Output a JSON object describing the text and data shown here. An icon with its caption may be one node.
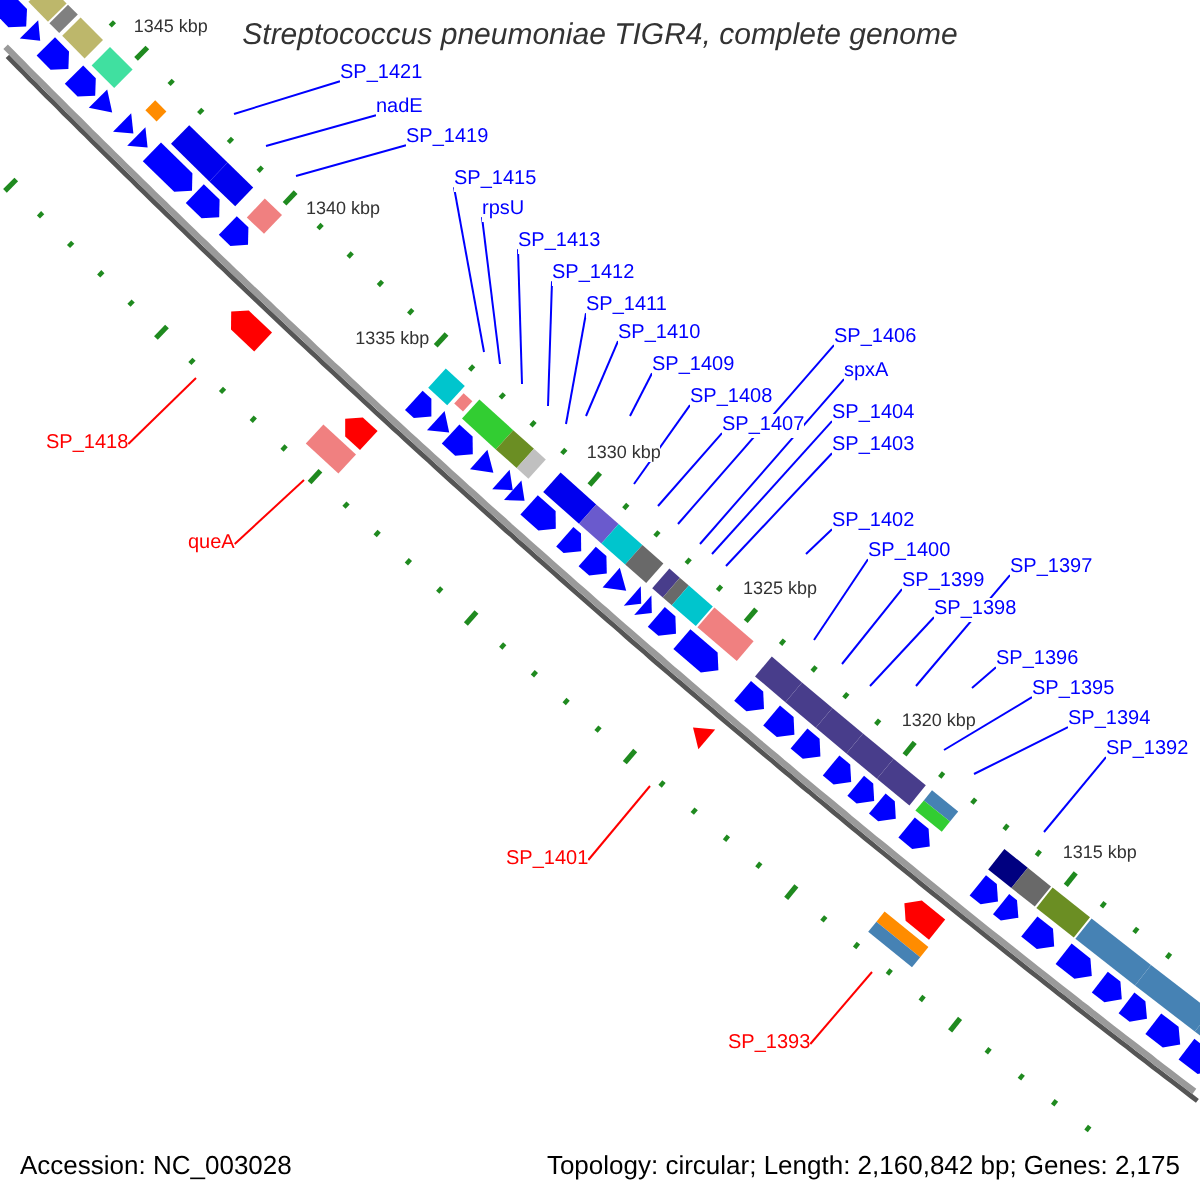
{
  "diagram": {
    "title": "Streptococcus pneumoniae TIGR4, complete genome",
    "nodes": [
      {
        "text": [
          "SP_1421"
        ]
      },
      {
        "text": [
          "nadE"
        ]
      },
      {
        "text": [
          "SP_1419"
        ]
      },
      {
        "text": [
          "SP_1415"
        ]
      },
      {
        "text": [
          "rpsU"
        ]
      },
      {
        "text": [
          "SP_1413"
        ]
      },
      {
        "text": [
          "SP_1412"
        ]
      },
      {
        "text": [
          "SP_1411"
        ]
      },
      {
        "text": [
          "SP_1410"
        ]
      },
      {
        "text": [
          "SP_1406"
        ]
      },
      {
        "text": [
          "SP_1409"
        ]
      },
      {
        "text": [
          "spxA"
        ]
      },
      {
        "text": [
          "SP_1408"
        ]
      },
      {
        "text": [
          "SP_1404"
        ]
      },
      {
        "text": [
          "SP_1407"
        ]
      },
      {
        "text": [
          "SP_1418"
        ]
      },
      {
        "text": [
          "SP_1403"
        ]
      },
      {
        "text": [
          "SP_1402"
        ]
      },
      {
        "text": [
          "queA"
        ]
      },
      {
        "text": [
          "SP_1400"
        ]
      },
      {
        "text": [
          "SP_1397"
        ]
      },
      {
        "text": [
          "SP_1399"
        ]
      },
      {
        "text": [
          "SP_1398"
        ]
      },
      {
        "text": [
          "SP_1396"
        ]
      },
      {
        "text": [
          "SP_1395"
        ]
      },
      {
        "text": [
          "SP_1394"
        ]
      },
      {
        "text": [
          "SP_1392"
        ]
      },
      {
        "text": [
          "SP_1401"
        ]
      },
      {
        "text": [
          "SP_1393"
        ]
      }
    ],
    "edges": [
      {
        "from": 0,
        "to": null,
        "arrow": "none"
      },
      {
        "from": 1,
        "to": null,
        "arrow": "none"
      },
      {
        "from": 2,
        "to": null,
        "arrow": "none"
      },
      {
        "from": 3,
        "to": null,
        "arrow": "none"
      },
      {
        "from": 4,
        "to": null,
        "arrow": "none"
      },
      {
        "from": 5,
        "to": null,
        "arrow": "none"
      },
      {
        "from": 6,
        "to": null,
        "arrow": "none"
      },
      {
        "from": 7,
        "to": null,
        "arrow": "none"
      },
      {
        "from": 8,
        "to": null,
        "arrow": "none"
      },
      {
        "from": 9,
        "to": null,
        "arrow": "none"
      },
      {
        "from": 10,
        "to": null,
        "arrow": "none"
      },
      {
        "from": 11,
        "to": null,
        "arrow": "none"
      },
      {
        "from": 12,
        "to": null,
        "arrow": "none"
      },
      {
        "from": 13,
        "to": null,
        "arrow": "none"
      },
      {
        "from": 14,
        "to": null,
        "arrow": "none"
      },
      {
        "from": 15,
        "to": null,
        "arrow": "none",
        "color": "#ff0000"
      },
      {
        "from": 16,
        "to": null,
        "arrow": "none"
      },
      {
        "from": 17,
        "to": null,
        "arrow": "none"
      },
      {
        "from": 18,
        "to": null,
        "arrow": "none",
        "color": "#ff0000"
      },
      {
        "from": 19,
        "to": null,
        "arrow": "none"
      },
      {
        "from": 20,
        "to": null,
        "arrow": "none"
      },
      {
        "from": 21,
        "to": null,
        "arrow": "none"
      },
      {
        "from": 22,
        "to": null,
        "arrow": "none"
      },
      {
        "from": 23,
        "to": null,
        "arrow": "none"
      },
      {
        "from": 24,
        "to": null,
        "arrow": "none"
      },
      {
        "from": 25,
        "to": null,
        "arrow": "none"
      },
      {
        "from": 26,
        "to": null,
        "arrow": "none"
      },
      {
        "from": 27,
        "to": null,
        "arrow": "none",
        "color": "#ff0000"
      },
      {
        "from": 28,
        "to": null,
        "arrow": "none",
        "color": "#ff0000"
      }
    ],
    "labels": [
      "1345 kbp",
      "1340 kbp",
      "1335 kbp",
      "1330 kbp",
      "1325 kbp",
      "1320 kbp",
      "1315 kbp",
      "Accession: NC_003028",
      "Topology: circular; Length: 2,160,842 bp; Genes: 2,175"
    ]
  }
}
